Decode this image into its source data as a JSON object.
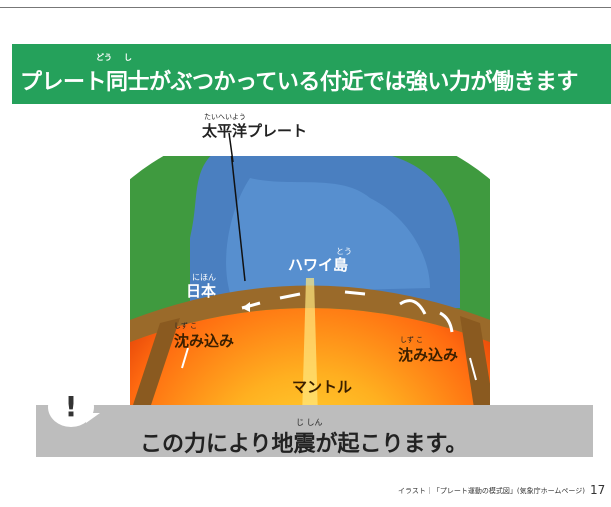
{
  "headline": {
    "text": "プレート同士がぶつかっている付近では強い力が働きます",
    "ruby_do": "どう",
    "ruby_shi": "し"
  },
  "diagram": {
    "pacific_ruby": "たいへいよう",
    "pacific_label": "太平洋プレート",
    "japan_ruby": "にほん",
    "japan_label": "日本",
    "hawaii_ruby": "とう",
    "hawaii_label": "ハワイ島",
    "sink_left_ruby": "しず こ",
    "sink_left_label": "沈み込み",
    "sink_right_ruby": "しず こ",
    "sink_right_label": "沈み込み",
    "mantle_label": "マントル"
  },
  "callout": {
    "icon_text": "!",
    "ruby": "じ しん",
    "text": "この力により地震が起こります。"
  },
  "footer": {
    "credit": "イラスト｜「プレート運動の模式図」(気象庁ホームページ)",
    "page_number": "17"
  }
}
